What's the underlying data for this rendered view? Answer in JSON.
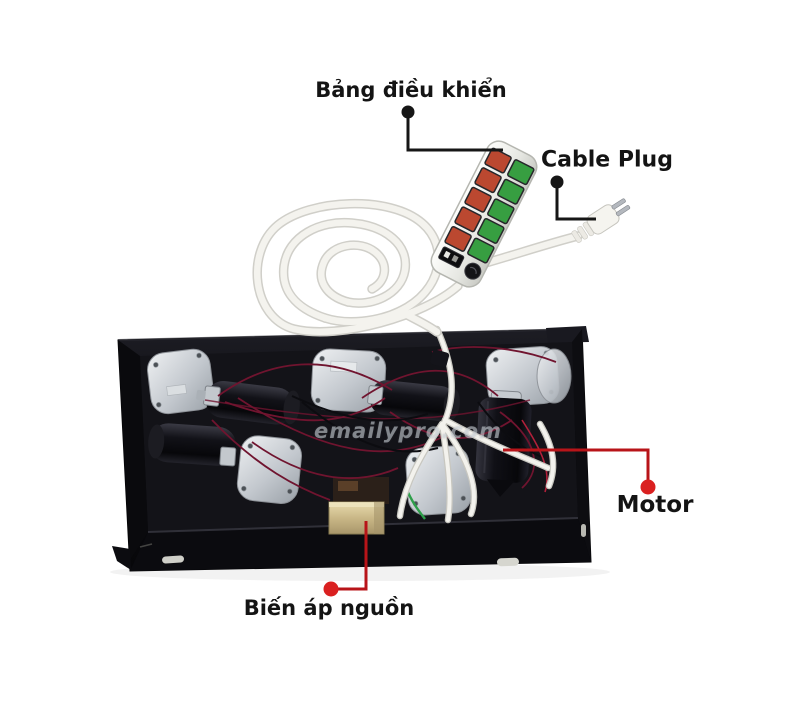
{
  "figure": {
    "watermark": "emailypro.com",
    "depicted_parts": [
      "control-box",
      "gear-motors",
      "hand-control-pendant",
      "coiled-cable",
      "power-plug",
      "power-transformer"
    ]
  },
  "annotations": {
    "control_panel": {
      "label": "Bảng điều khiển",
      "leader_color": "#1a1a1a"
    },
    "cable_plug": {
      "label": "Cable Plug",
      "leader_color": "#1a1a1a"
    },
    "motor": {
      "label": "Motor",
      "leader_color": "#b81419"
    },
    "transformer": {
      "label": "Biến áp nguồn",
      "leader_color": "#b81419"
    }
  },
  "colors": {
    "background": "#ffffff",
    "box_black": "#0e0e12",
    "gear_plate_silver": "#c3c8ce",
    "pendant_button_red": "#bb4830",
    "pendant_button_green": "#379e41",
    "transformer_brass": "#c9b787",
    "cable_white": "#f2f1ec",
    "wire_maroon": "#70142f",
    "leader_red": "#b81419",
    "leader_black": "#161616"
  }
}
